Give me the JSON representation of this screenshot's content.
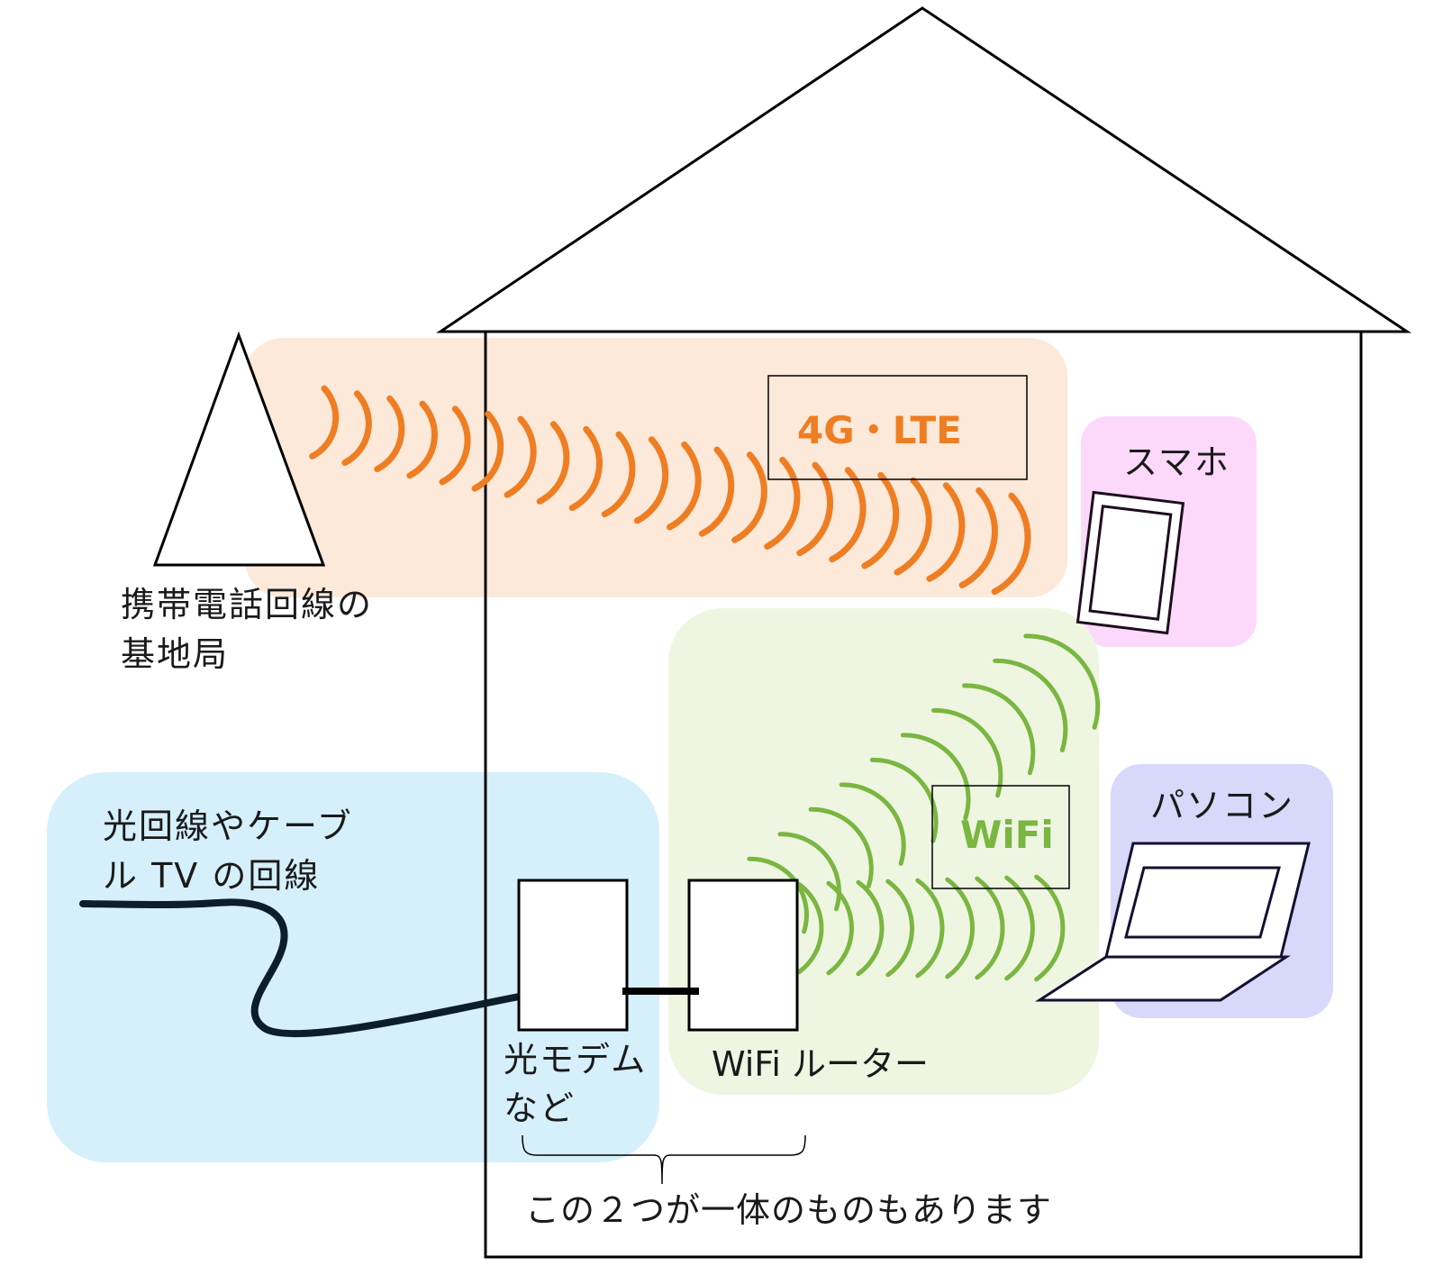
{
  "labels": {
    "base_station_line1": "携帯電話回線の",
    "base_station_line2": "基地局",
    "fiber_line1": "光回線やケーブ",
    "fiber_line2": "ル TV の回線",
    "modem_line1": "光モデム",
    "modem_line2": "など",
    "router": "WiFi ルーター",
    "smartphone": "スマホ",
    "pc": "パソコン",
    "note": "この２つが一体のものもあります"
  },
  "signals": {
    "cellular": "4G・LTE",
    "wifi": "WiFi"
  },
  "colors": {
    "cellular_accent": "#ef7d22",
    "cellular_zone": "#fce9da",
    "wifi_accent": "#7ab640",
    "wifi_zone": "#eef6e2",
    "fiber_zone": "#d5f0fb",
    "smartphone_zone": "#fcd8fb",
    "pc_zone": "#d8d8fa",
    "cable": "#0c1e2a",
    "outline": "#000000"
  }
}
